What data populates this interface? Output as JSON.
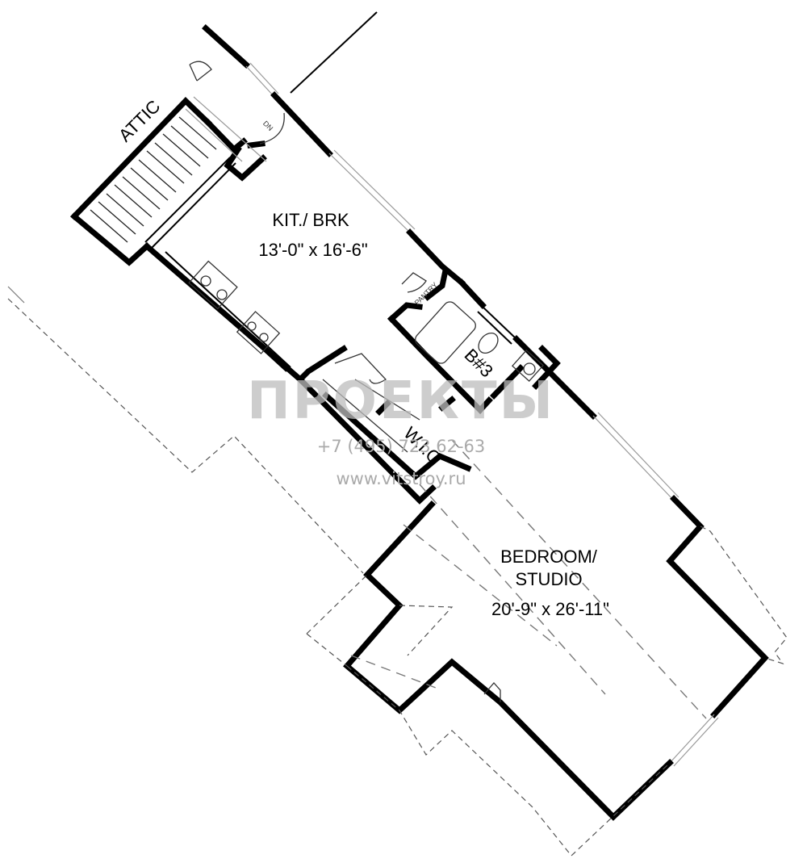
{
  "rooms": {
    "attic": {
      "label": "ATTIC"
    },
    "kitchen": {
      "name": "KIT./ BRK",
      "dims": "13'-0\" x 16'-6\""
    },
    "pantry": {
      "label": "PANTRY"
    },
    "bath": {
      "label": "B#3"
    },
    "closet": {
      "label": "W.I.C"
    },
    "bedroom": {
      "name_line1": "BEDROOM/",
      "name_line2": "STUDIO",
      "dims": "20'-9\" x 26'-11\""
    }
  },
  "stair": {
    "label": "DN"
  },
  "watermark": {
    "brand": "ПРОЕКТЫ",
    "phone": "+7 (495) 723 62-63",
    "url": "www.vitstroy.ru"
  }
}
